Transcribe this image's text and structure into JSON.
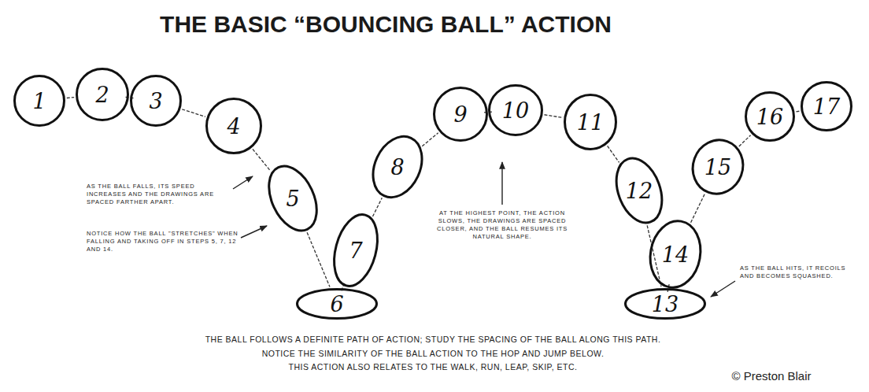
{
  "diagram": {
    "title": "THE BASIC “BOUNCING BALL” ACTION",
    "nodes": [
      {
        "text": [
          "1"
        ]
      },
      {
        "text": [
          "2"
        ]
      },
      {
        "text": [
          "3"
        ]
      },
      {
        "text": [
          "4"
        ]
      },
      {
        "text": [
          "5"
        ]
      },
      {
        "text": [
          "6"
        ]
      },
      {
        "text": [
          "7"
        ]
      },
      {
        "text": [
          "8"
        ]
      },
      {
        "text": [
          "9"
        ]
      },
      {
        "text": [
          "10"
        ]
      },
      {
        "text": [
          "11"
        ]
      },
      {
        "text": [
          "12"
        ]
      },
      {
        "text": [
          "13"
        ]
      },
      {
        "text": [
          "14"
        ]
      },
      {
        "text": [
          "15"
        ]
      },
      {
        "text": [
          "16"
        ]
      },
      {
        "text": [
          "17"
        ]
      }
    ],
    "edges": [
      {
        "from": 0,
        "to": 1,
        "arrow": "none"
      },
      {
        "from": 1,
        "to": 2,
        "arrow": "none"
      },
      {
        "from": 2,
        "to": 3,
        "arrow": "none"
      },
      {
        "from": 3,
        "to": 4,
        "arrow": "none"
      },
      {
        "from": 4,
        "to": 5,
        "arrow": "none"
      },
      {
        "from": 5,
        "to": 6,
        "arrow": "none"
      },
      {
        "from": 6,
        "to": 7,
        "arrow": "none"
      },
      {
        "from": 7,
        "to": 8,
        "arrow": "none"
      },
      {
        "from": 8,
        "to": 9,
        "arrow": "none"
      },
      {
        "from": 9,
        "to": 10,
        "arrow": "none"
      },
      {
        "from": 10,
        "to": 11,
        "arrow": "none"
      },
      {
        "from": 11,
        "to": 12,
        "arrow": "none"
      },
      {
        "from": 12,
        "to": 13,
        "arrow": "none"
      },
      {
        "from": 13,
        "to": 14,
        "arrow": "none"
      },
      {
        "from": 14,
        "to": 15,
        "arrow": "none"
      },
      {
        "from": 15,
        "to": 16,
        "arrow": "none"
      }
    ],
    "labels": [
      "AS THE BALL FALLS, ITS SPEED INCREASES AND THE DRAWINGS ARE SPACED FARTHER APART.",
      "NOTICE HOW THE BALL \"STRETCHES\" WHEN FALLING AND TAKING OFF IN STEPS 5, 7, 12 AND 14.",
      "AT THE HIGHEST POINT, THE ACTION SLOWS, THE DRAWINGS ARE SPACED CLOSER, AND THE BALL RESUMES ITS NATURAL SHAPE.",
      "AS THE BALL HITS, IT RECOILS AND BECOMES SQUASHED.",
      "THE BALL FOLLOWS A DEFINITE PATH OF ACTION; STUDY THE SPACING OF THE BALL ALONG THIS PATH.",
      "NOTICE THE SIMILARITY OF THE BALL ACTION TO THE HOP AND JUMP BELOW.",
      "THIS ACTION ALSO RELATES TO THE WALK, RUN, LEAP, SKIP, ETC.",
      "© Preston Blair"
    ]
  }
}
